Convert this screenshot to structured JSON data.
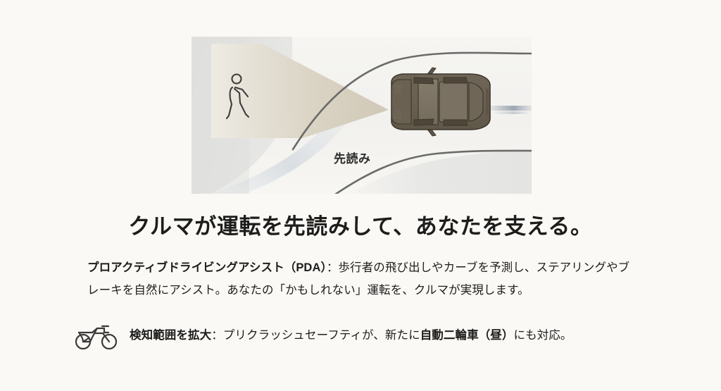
{
  "background_color": "#faf9f6",
  "illustration": {
    "name": "pda-topdown-diagram",
    "caption": "先読み",
    "elements": {
      "pedestrian_icon": "pedestrian-walking-icon",
      "car_icon": "car-topdown-icon",
      "sensor_cone": "sensor-detection-cone",
      "building_block": "roadside-building-block",
      "road_upper": "road-edge-line-upper",
      "road_lower": "road-edge-line-lower",
      "motion_streak": "motion-blur-streak"
    },
    "colors": {
      "panel": "#f4f3f0",
      "building": "#e1e1df",
      "cone": "#d6cfbe",
      "car_body": "#6b6253",
      "car_roof": "#7d7465",
      "road_line": "#6b6b69",
      "motion_streak": "#8e9aa8"
    }
  },
  "headline": "クルマが運転を先読みして、あなたを支える。",
  "paragraph": {
    "lead": "プロアクティブドライビングアシスト（PDA）",
    "separator": "：",
    "rest": "歩行者の飛び出しやカーブを予測し、ステアリングやブレーキを自然にアシスト。あなたの「かもしれない」運転を、クルマが実現します。"
  },
  "feature": {
    "icon": "motorcycle-icon",
    "lead": "検知範囲を拡大",
    "separator": "：",
    "middle": "プリクラッシュセーフティが、新たに",
    "emphasis": "自動二輪車（昼）",
    "tail": "にも対応。"
  }
}
